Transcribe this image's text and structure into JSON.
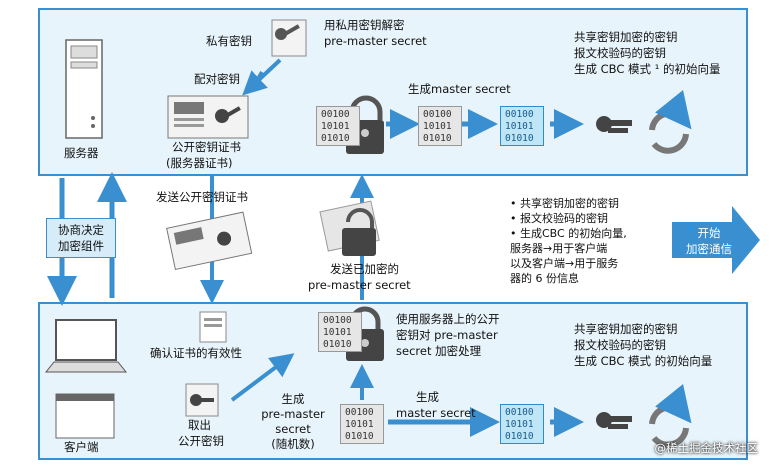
{
  "server": {
    "label": "服务器",
    "private_key_label": "私有密钥",
    "decrypt_label": "用私用密钥解密",
    "decrypt_label_2": "pre-master secret",
    "key_pair_label": "配对密钥",
    "public_cert_label": "公开密钥证书",
    "public_cert_label_2": "(服务器证书)",
    "generate_master": "生成master secret",
    "shared_keys_1": "共享密钥加密的密钥",
    "shared_keys_2": "报文校验码的密钥",
    "shared_keys_3": "生成 CBC 模式 ¹ 的初始向量"
  },
  "middle": {
    "negotiate_1": "协商决定",
    "negotiate_2": "加密组件",
    "send_cert": "发送公开密钥证书",
    "send_encrypted_1": "发送已加密的",
    "send_encrypted_2": "pre-master secret",
    "bullets": [
      "• 共享密钥加密的密钥",
      "• 报文校验码的密钥",
      "• 生成CBC 的初始向量,",
      "  服务器→用于客户端",
      "  以及客户端→用于服务",
      "  器的 6 份信息"
    ],
    "start_1": "开始",
    "start_2": "加密通信"
  },
  "client": {
    "label": "客户端",
    "verify_cert": "确认证书的有效性",
    "extract_key_1": "取出",
    "extract_key_2": "公开密钥",
    "encrypt_label_1": "使用服务器上的公开",
    "encrypt_label_2": "密钥对 pre-master",
    "encrypt_label_3": "secret 加密处理",
    "generate_pms_1": "生成",
    "generate_pms_2": "pre-master",
    "generate_pms_3": "secret",
    "generate_pms_4": "(随机数)",
    "generate_master_1": "生成",
    "generate_master_2": "master secret",
    "shared_keys_1": "共享密钥加密的密钥",
    "shared_keys_2": "报文校验码的密钥",
    "shared_keys_3": "生成 CBC 模式 的初始向量"
  },
  "binary_text": "00100\n10101\n01010",
  "watermark": "@稀土掘金技术社区",
  "colors": {
    "arrow": "#3a8fd0",
    "panel_bg": "#e8f4fb",
    "panel_border": "#3a8fd0",
    "binary_blue": "#bfe6f7"
  }
}
